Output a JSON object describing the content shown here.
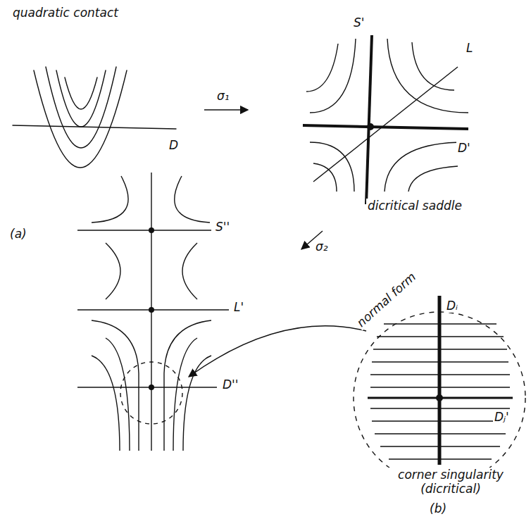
{
  "diagram": {
    "labels": [
      "quadratic contact",
      "D",
      "σ₁",
      "S'",
      "L",
      "D'",
      "dicritical saddle",
      "(a)",
      "S''",
      "σ₂",
      "L'",
      "D''",
      "normal form",
      "Dᵢ",
      "Dⱼ'",
      "corner singularity (dicritical)",
      "(b)"
    ]
  }
}
